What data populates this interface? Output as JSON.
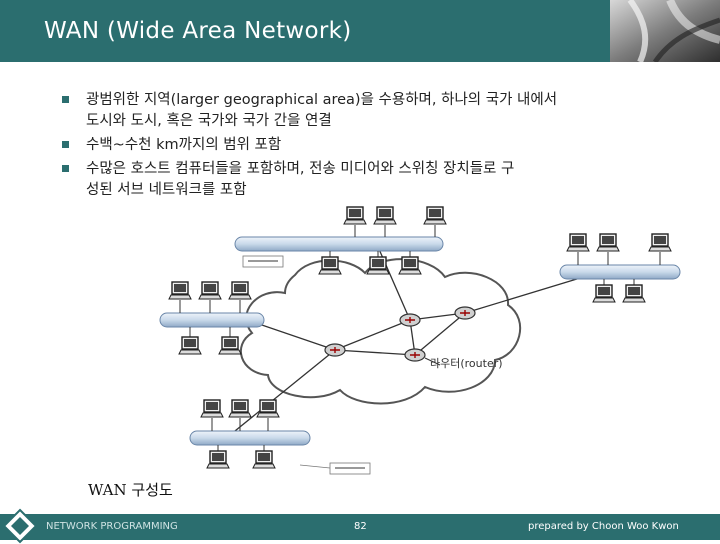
{
  "slide": {
    "title": "WAN (Wide Area Network)",
    "bullets": [
      "광범위한 지역(larger geographical area)을 수용하며, 하나의 국가 내에서\n도시와 도시, 혹은 국가와 국가 간을 연결",
      "수백~수천 km까지의 범위 포함",
      "수많은 호스트 컴퓨터들을 포함하며, 전송 미디어와 스위칭 장치들로 구\n성된 서브 네트워크를 포함"
    ],
    "diagram": {
      "router_label": "라우터(router)"
    },
    "caption": "WAN 구성도"
  },
  "footer": {
    "course": "NETWORK PROGRAMMING",
    "page": "82",
    "author": "prepared by Choon Woo Kwon"
  },
  "colors": {
    "theme": "#2b6e6f",
    "cloud_outline": "#555555",
    "lan_bus": "#c9d9ea"
  }
}
